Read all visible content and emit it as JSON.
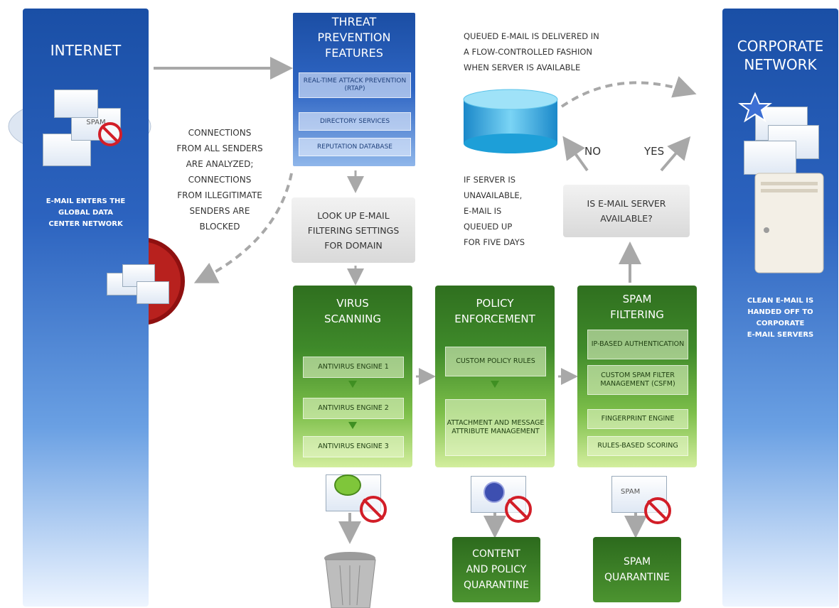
{
  "internet": {
    "title": "INTERNET",
    "spam_label": "SPAM",
    "note": [
      "E-MAIL ENTERS THE",
      "GLOBAL DATA",
      "CENTER NETWORK"
    ]
  },
  "corporate": {
    "title": [
      "CORPORATE",
      "NETWORK"
    ],
    "note": [
      "CLEAN E-MAIL IS",
      "HANDED OFF TO",
      "CORPORATE",
      "E-MAIL SERVERS"
    ]
  },
  "threat_prevention": {
    "title": [
      "THREAT",
      "PREVENTION",
      "FEATURES"
    ],
    "items": [
      "REAL-TIME ATTACK PREVENTION (RTAP)",
      "DIRECTORY SERVICES",
      "REPUTATION DATABASE"
    ]
  },
  "connections_note": [
    "CONNECTIONS",
    "FROM ALL SENDERS",
    "ARE ANALYZED;",
    "CONNECTIONS",
    "FROM ILLEGITIMATE",
    "SENDERS ARE",
    "BLOCKED"
  ],
  "lookup_box": [
    "LOOK UP E-MAIL",
    "FILTERING SETTINGS",
    "FOR DOMAIN"
  ],
  "queued_note": [
    "QUEUED E-MAIL IS DELIVERED IN",
    "A FLOW-CONTROLLED FASHION",
    "WHEN SERVER IS AVAILABLE"
  ],
  "unavailable_note": [
    "IF SERVER IS",
    "UNAVAILABLE,",
    "E-MAIL IS",
    "QUEUED UP",
    "FOR FIVE DAYS"
  ],
  "server_check": {
    "question": [
      "IS E-MAIL SERVER",
      "AVAILABLE?"
    ],
    "no_label": "NO",
    "yes_label": "YES"
  },
  "virus_scanning": {
    "title": [
      "VIRUS",
      "SCANNING"
    ],
    "items": [
      "ANTIVIRUS ENGINE 1",
      "ANTIVIRUS ENGINE 2",
      "ANTIVIRUS ENGINE 3"
    ]
  },
  "policy_enforcement": {
    "title": [
      "POLICY",
      "ENFORCEMENT"
    ],
    "items": [
      "CUSTOM POLICY RULES",
      "ATTACHMENT AND MESSAGE ATTRIBUTE MANAGEMENT"
    ]
  },
  "spam_filtering": {
    "title": [
      "SPAM",
      "FILTERING"
    ],
    "items": [
      "IP-BASED AUTHENTICATION",
      "CUSTOM SPAM FILTER MANAGEMENT (CSFM)",
      "FINGERPRINT ENGINE",
      "RULES-BASED SCORING"
    ]
  },
  "content_quarantine": [
    "CONTENT",
    "AND POLICY",
    "QUARANTINE"
  ],
  "spam_quarantine": [
    "SPAM",
    "QUARANTINE"
  ],
  "spam_envelope_label": "SPAM",
  "colors": {
    "blue": "#2c63bf",
    "green": "#3f8a2a",
    "grey_arrow": "#a8a8a8",
    "block_red": "#d21e28"
  },
  "icons": [
    "cloud-icon",
    "envelope-icon",
    "block-icon",
    "database-icon",
    "server-icon",
    "star-icon",
    "bug-icon",
    "trash-can-icon"
  ]
}
